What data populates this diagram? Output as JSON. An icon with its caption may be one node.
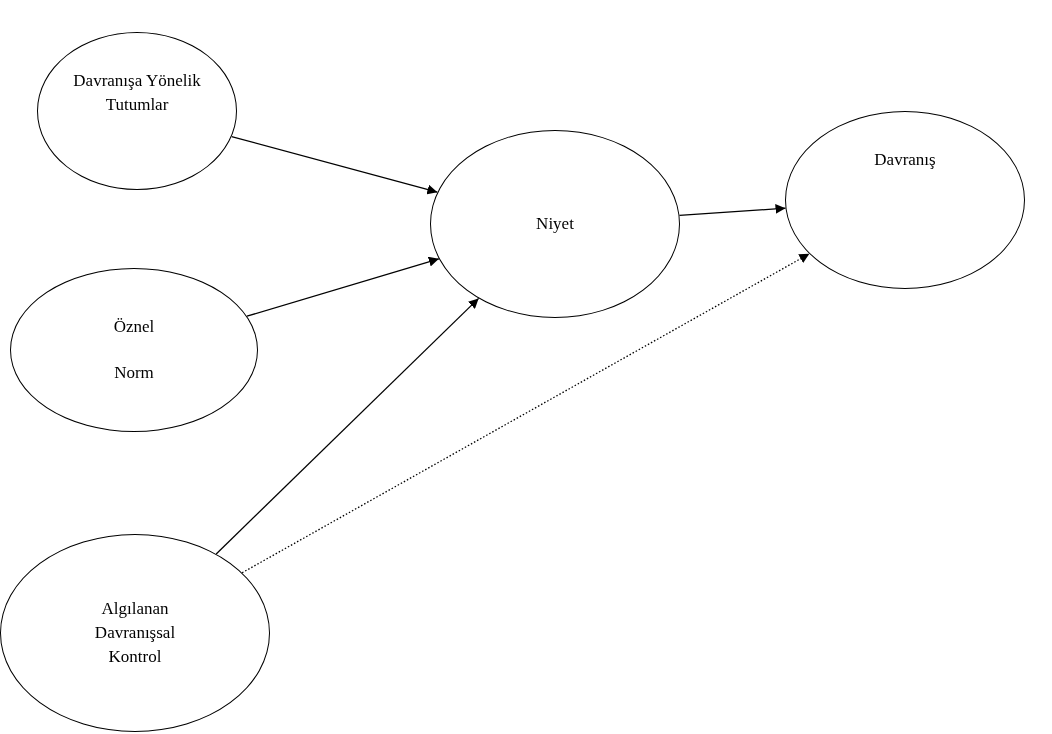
{
  "diagram": {
    "nodes": [
      {
        "text": [
          "Davranışa Yönelik Tutumlar"
        ]
      },
      {
        "text": [
          "Öznel Norm"
        ]
      },
      {
        "text": [
          "Algılanan Davranışsal Kontrol"
        ]
      },
      {
        "text": [
          "Niyet"
        ]
      },
      {
        "text": [
          "Davranış"
        ]
      }
    ],
    "edges": [
      {
        "from": 0,
        "to": 3,
        "arrow": "to"
      },
      {
        "from": 1,
        "to": 3,
        "arrow": "to"
      },
      {
        "from": 2,
        "to": 3,
        "arrow": "to"
      },
      {
        "from": 3,
        "to": 4,
        "arrow": "to"
      },
      {
        "from": 2,
        "to": 4,
        "arrow": "to",
        "style": "dashed"
      }
    ]
  }
}
